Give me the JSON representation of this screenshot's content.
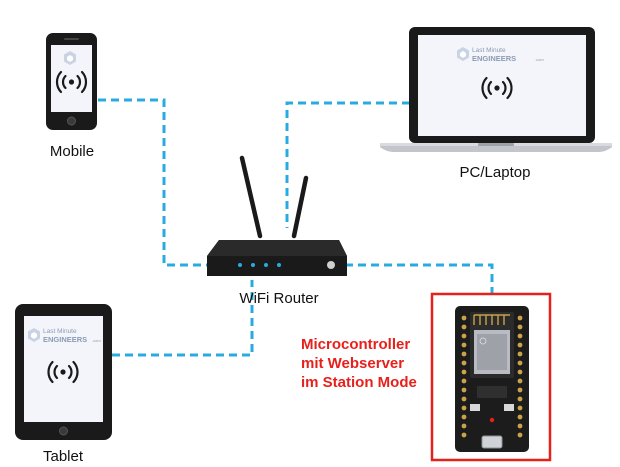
{
  "labels": {
    "mobile": "Mobile",
    "pc_laptop": "PC/Laptop",
    "wifi_router": "WiFi Router",
    "tablet": "Tablet",
    "microcontroller": [
      "Microcontroller",
      "mit Webserver",
      "im Station Mode"
    ]
  },
  "logo": {
    "line1": "Last Minute",
    "line2": "ENGINEERS",
    "suffix": ".com"
  },
  "colors": {
    "link": "#29abe2",
    "highlight_box": "#e8201c",
    "device_body": "#1a1a1a",
    "screen": "#f4f5fb",
    "board": "#1c1c1c"
  },
  "icons": {
    "wireless": "wireless-signal-icon",
    "logo": "lme-logo-icon"
  }
}
